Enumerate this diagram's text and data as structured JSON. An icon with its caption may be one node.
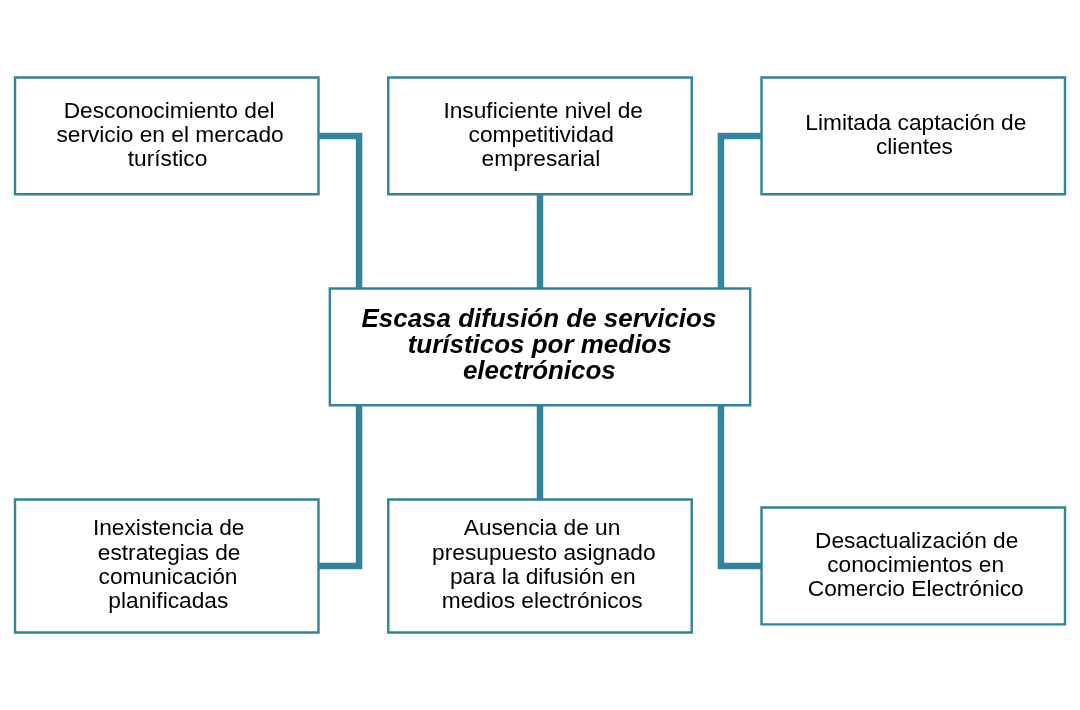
{
  "diagram": {
    "nodes": [
      {
        "text": [
          "Desconocimiento del servicio en el mercado turístico"
        ]
      },
      {
        "text": [
          "Insuficiente nivel de competitividad empresarial"
        ]
      },
      {
        "text": [
          "Limitada captación de clientes"
        ]
      },
      {
        "text": [
          "Escasa difusión de servicios turísticos por medios electrónicos"
        ]
      },
      {
        "text": [
          "Inexistencia de estrategias de comunicación planificadas"
        ]
      },
      {
        "text": [
          "Ausencia de un presupuesto asignado para la difusión en medios electrónicos"
        ]
      },
      {
        "text": [
          "Desactualización de conocimientos en Comercio Electrónico"
        ]
      }
    ],
    "edges": [
      {
        "from": 0,
        "to": 3,
        "arrow": "none"
      },
      {
        "from": 1,
        "to": 3,
        "arrow": "none"
      },
      {
        "from": 2,
        "to": 3,
        "arrow": "none"
      },
      {
        "from": 3,
        "to": 4,
        "arrow": "none"
      },
      {
        "from": 3,
        "to": 5,
        "arrow": "none"
      },
      {
        "from": 3,
        "to": 6,
        "arrow": "none"
      }
    ]
  }
}
